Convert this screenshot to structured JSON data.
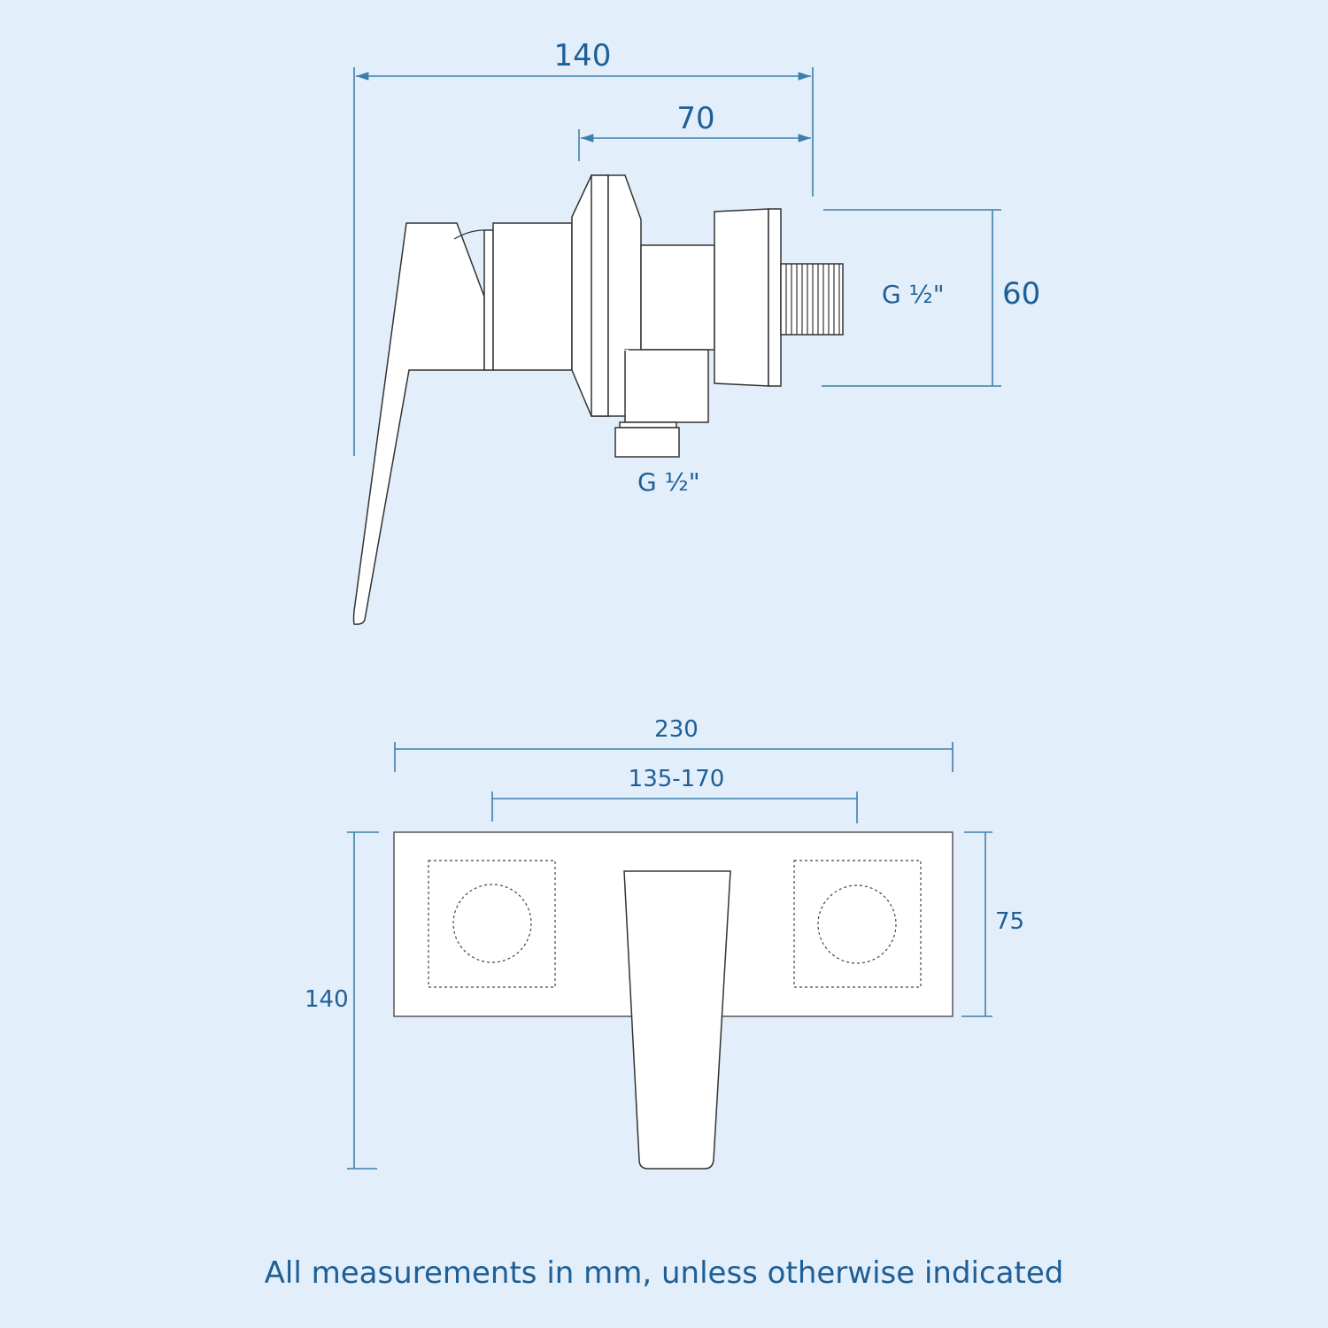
{
  "side_view": {
    "dim_overall_depth": "140",
    "dim_handle_to_wall": "70",
    "dim_wall_plate_height": "60",
    "label_rear_inlet": "G ½\"",
    "label_bottom_outlet": "G ½\""
  },
  "front_view": {
    "dim_plate_width": "230",
    "dim_centres": "135-170",
    "dim_overall_height": "140",
    "dim_plate_height": "75"
  },
  "footer": {
    "note": "All measurements in mm, unless otherwise indicated"
  },
  "colors": {
    "background": "#e2eef9",
    "dimension_line": "#3d7fab",
    "label_text": "#1e5f97",
    "outline": "#333333"
  }
}
